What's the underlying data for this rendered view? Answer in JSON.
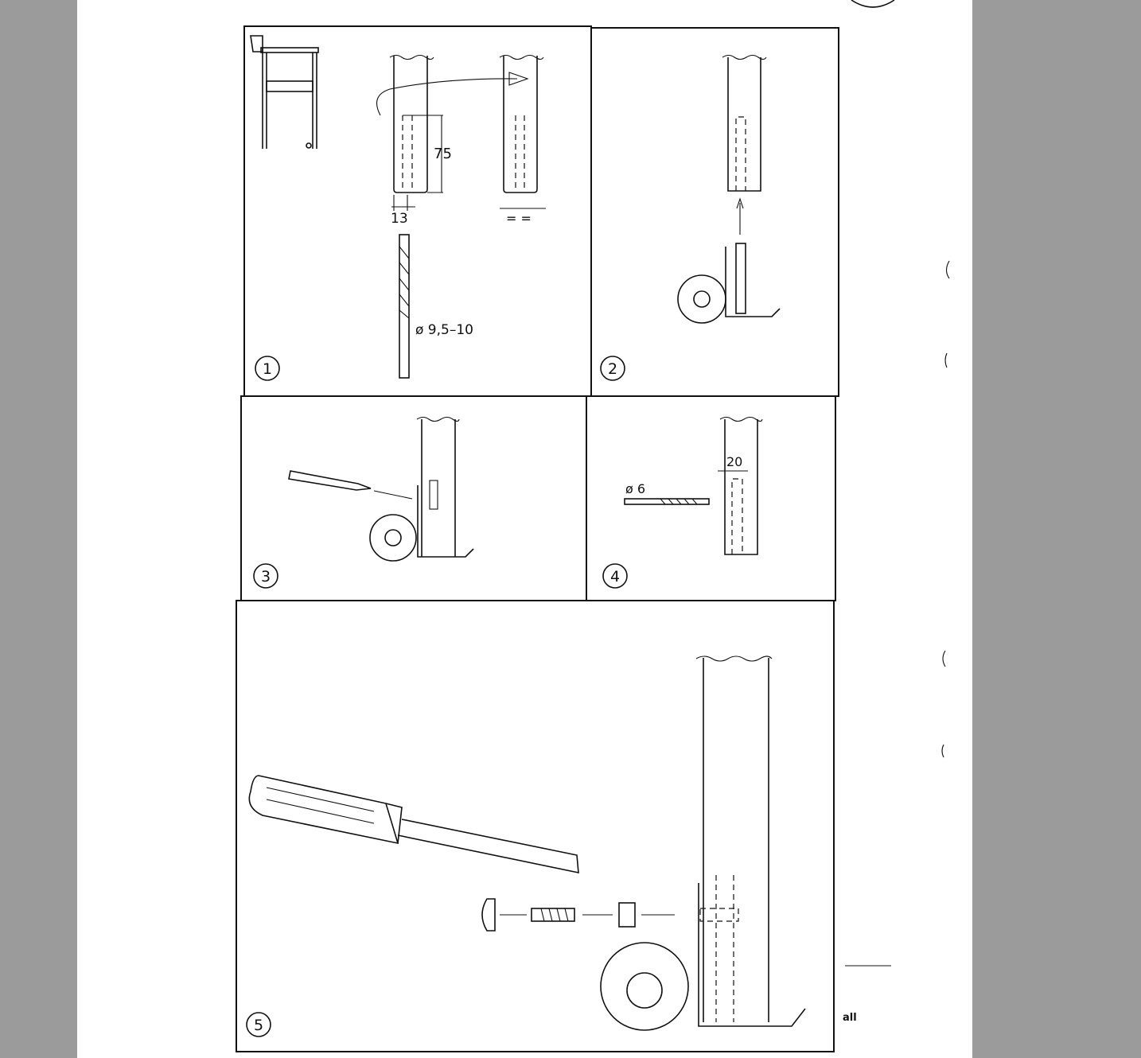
{
  "document": {
    "steps": [
      {
        "number": "1",
        "labels": {
          "depth": "75",
          "offset": "13",
          "equal": "= =",
          "drill_diameter": "ø 9,5–10"
        }
      },
      {
        "number": "2"
      },
      {
        "number": "3"
      },
      {
        "number": "4",
        "labels": {
          "distance": "20",
          "drill_diameter": "ø 6"
        }
      },
      {
        "number": "5"
      }
    ],
    "margin_text": "all"
  },
  "colors": {
    "viewer_background": "#9b9b9b",
    "page": "#ffffff",
    "ink": "#111111"
  }
}
